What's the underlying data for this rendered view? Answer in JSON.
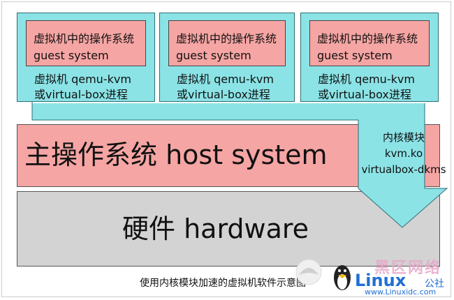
{
  "vms": [
    {
      "guest_line1": "虚拟机中的操作系统",
      "guest_line2": "guest system",
      "proc_line1": "虚拟机 qemu-kvm",
      "proc_line2": "或virtual-box进程"
    },
    {
      "guest_line1": "虚拟机中的操作系统",
      "guest_line2": "guest system",
      "proc_line1": "虚拟机 qemu-kvm",
      "proc_line2": "或virtual-box进程"
    },
    {
      "guest_line1": "虚拟机中的操作系统",
      "guest_line2": "guest system",
      "proc_line1": "虚拟机 qemu-kvm",
      "proc_line2": "或virtual-box进程"
    }
  ],
  "host": {
    "title": "主操作系统 host system"
  },
  "kernel_module": {
    "line1": "内核模块",
    "line2": "kvm.ko",
    "line3": "virtualbox-dkms"
  },
  "hardware": {
    "title": "硬件 hardware"
  },
  "caption": "使用内核模块加速的虚拟机软件示意图",
  "watermark": {
    "cn": "黑区网络",
    "brand": "Linux",
    "she": "公社",
    "url": "www.Linuxidc.com"
  },
  "colors": {
    "vm": "#8be3e6",
    "guest": "#f5a5a3",
    "host": "#f5a5a3",
    "hardware": "#d3d3d3",
    "arrow": "#8be3e6"
  }
}
